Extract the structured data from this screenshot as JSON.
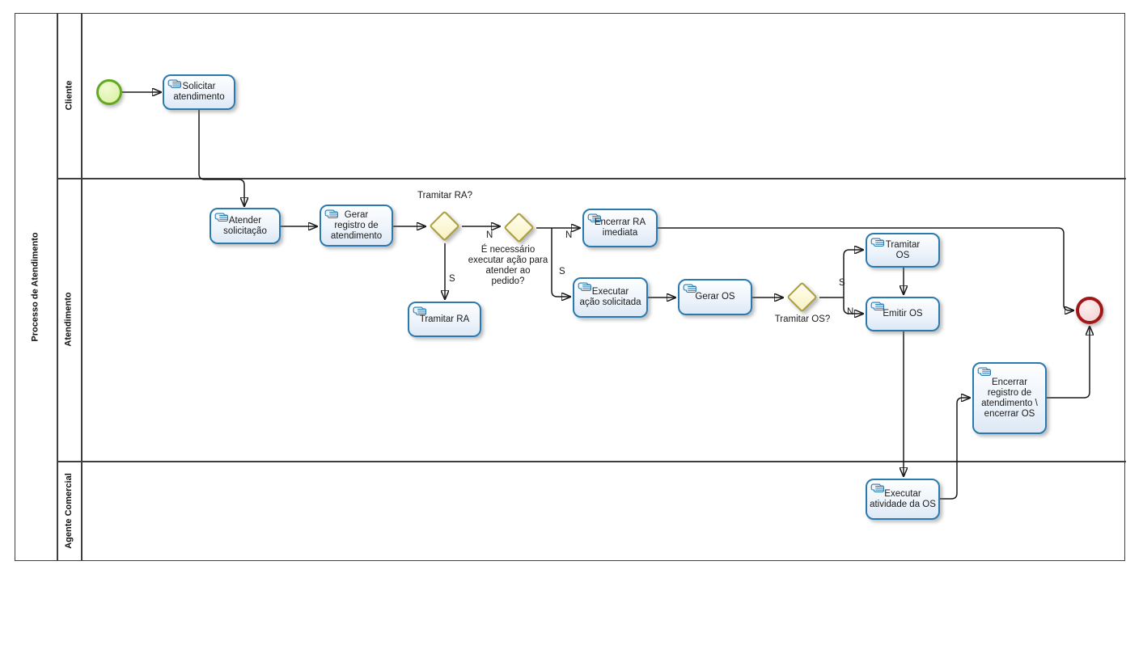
{
  "pool": {
    "name": "Processo de Atendimento",
    "lanes": [
      "Cliente",
      "Atendimento",
      "Agente Comercial"
    ]
  },
  "tasks": {
    "solicitar_atendimento": [
      "Solicitar",
      "atendimento"
    ],
    "atender_solicitacao": [
      "Atender",
      "solicitação"
    ],
    "gerar_registro": [
      "Gerar",
      "registro de",
      "atendimento"
    ],
    "tramitar_ra": "Tramitar RA",
    "encerrar_ra": [
      "Encerrar RA",
      "imediata"
    ],
    "executar_acao": [
      "Executar",
      "ação solicitada"
    ],
    "gerar_os": "Gerar OS",
    "tramitar_os": [
      "Tramitar",
      "OS"
    ],
    "emitir_os": "Emitir OS",
    "executar_atividade": [
      "Executar",
      "atividade da OS"
    ],
    "encerrar_registro": [
      "Encerrar",
      "registro de",
      "atendimento \\",
      "encerrar OS"
    ]
  },
  "gateways": {
    "tramitar_ra_q": "Tramitar  RA?",
    "necessario_q": [
      "É necessário",
      "executar ação para",
      "atender ao",
      "pedido?"
    ],
    "tramitar_os_q": "Tramitar OS?"
  },
  "edge_labels": {
    "gw1_n": "N",
    "gw1_s": "S",
    "gw2_n": "N",
    "gw2_s": "S",
    "gw3_s": "S",
    "gw3_n": "N"
  },
  "colors": {
    "task_border": "#2a7ab0",
    "task_fill": "#e8f0f9",
    "gateway_border": "#ada03a",
    "gateway_fill": "#f8f2c0",
    "start_event_border": "#63a823",
    "start_event_fill": "#e0f5b1",
    "end_event_border": "#a21818",
    "end_event_fill": "#f5d7d7",
    "flow_line": "#1a1a1a"
  }
}
